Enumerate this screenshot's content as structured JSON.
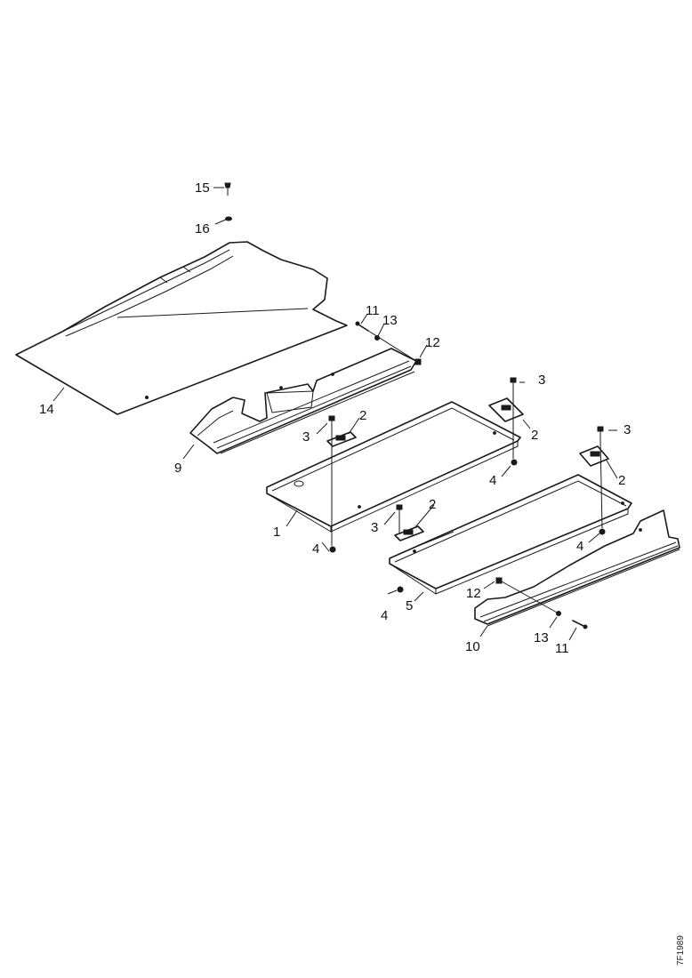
{
  "diagram": {
    "callouts": {
      "c14": "14",
      "c15": "15",
      "c16": "16",
      "c9": "9",
      "c11a": "11",
      "c13a": "13",
      "c12a": "12",
      "c3a": "3",
      "c2a": "2",
      "c3b": "3",
      "c2b": "2",
      "c1": "1",
      "c4a": "4",
      "c3c": "3",
      "c2c": "2",
      "c4b": "4",
      "c3d": "3",
      "c2d": "2",
      "c4c": "4",
      "c4d": "4",
      "c5": "5",
      "c12b": "12",
      "c10": "10",
      "c13b": "13",
      "c11b": "11"
    },
    "document_code": "7F1989"
  }
}
